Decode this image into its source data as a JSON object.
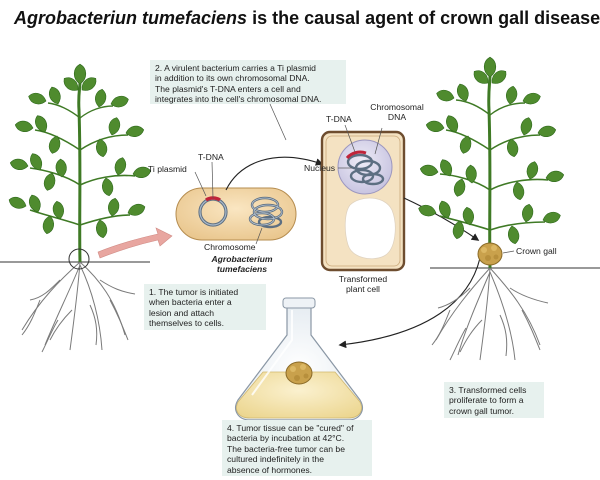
{
  "title": {
    "italic": "Agrobacteriun tumefaciens",
    "rest": " is the causal agent of crown gall disease"
  },
  "steps": {
    "step1": [
      "1. The tumor is initiated",
      "when bacteria enter a",
      "lesion and attach",
      "themselves to cells."
    ],
    "step2": [
      "2. A virulent bacterium carries a Ti plasmid",
      "in addition to its own chromosomal DNA.",
      "The plasmid's T-DNA enters a cell and",
      "integrates into the cell's chromosomal DNA."
    ],
    "step3": [
      "3. Transformed cells",
      "proliferate to form a",
      "crown gall tumor."
    ],
    "step4": [
      "4. Tumor tissue can be \"cured\" of",
      "bacteria by incubation at 42°C.",
      "The bacteria-free tumor can be",
      "cultured indefinitely in the",
      "absence of hormones."
    ]
  },
  "labels": {
    "ti_plasmid": "Ti plasmid",
    "tdna_left": "T-DNA",
    "chromosome": "Chromosome",
    "agrobacterium": [
      "Agrobacterium",
      "tumefaciens"
    ],
    "tdna_right": "T-DNA",
    "chromosomal_dna": [
      "Chromosomal",
      "DNA"
    ],
    "nucleus": "Nucleus",
    "transformed_plant_cell": [
      "Transformed",
      "plant cell"
    ],
    "crown_gall": "Crown gall"
  },
  "colors": {
    "leaf": "#4f8b2e",
    "leaf_dark": "#2f6a1c",
    "root": "#7a7a7a",
    "bacterium_fill": "#f3d7a6",
    "plant_cell_fill": "#f4e2c2",
    "plant_cell_border": "#6e4d2f",
    "nucleus_fill": "#d5d2e8",
    "tdna_red": "#c0243a",
    "arrow_pink": "#e8a6a0",
    "note_bg": "#e7f1ee",
    "tumor": "#c9a14c",
    "flask_fluid": "#f5e6b0"
  }
}
